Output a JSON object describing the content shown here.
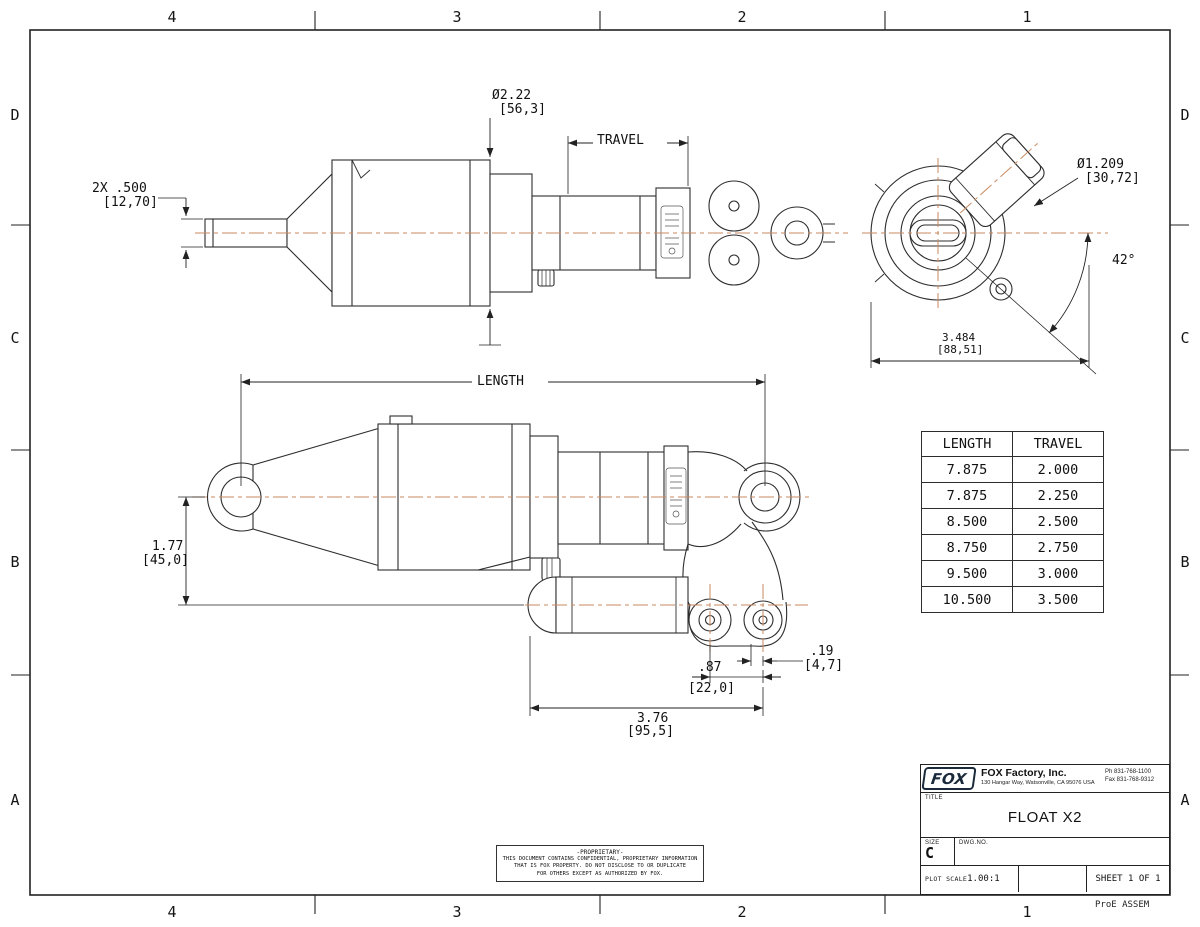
{
  "frame": {
    "top": [
      "4",
      "3",
      "2",
      "1"
    ],
    "bottom": [
      "4",
      "3",
      "2",
      "1"
    ],
    "left": [
      "D",
      "C",
      "B",
      "A"
    ],
    "right": [
      "D",
      "C",
      "B",
      "A"
    ]
  },
  "dims": {
    "body_dia_in": "Ø2.22",
    "body_dia_mm": "[56,3]",
    "travel": "TRAVEL",
    "shaft_dia_in": "2X .500",
    "shaft_dia_mm": "[12,70]",
    "eyelet_dia_in": "Ø1.209",
    "eyelet_dia_mm": "[30,72]",
    "res_angle": "42°",
    "end_width_in": "3.484",
    "end_width_mm": "[88,51]",
    "length": "LENGTH",
    "eye_offset_in": "1.77",
    "eye_offset_mm": "[45,0]",
    "port_offset_in": ".19",
    "port_offset_mm": "[4,7]",
    "port_spacing_in": ".87",
    "port_spacing_mm": "[22,0]",
    "res_length_in": "3.76",
    "res_length_mm": "[95,5]"
  },
  "size_table": {
    "headers": [
      "LENGTH",
      "TRAVEL"
    ],
    "rows": [
      [
        "7.875",
        "2.000"
      ],
      [
        "7.875",
        "2.250"
      ],
      [
        "8.500",
        "2.500"
      ],
      [
        "8.750",
        "2.750"
      ],
      [
        "9.500",
        "3.000"
      ],
      [
        "10.500",
        "3.500"
      ]
    ]
  },
  "title_block": {
    "logo_text": "FOX",
    "company": "FOX Factory, Inc.",
    "address": "130 Hangar Way, Watsonville, CA 95076 USA",
    "phone": "Ph 831-768-1100",
    "fax": "Fax 831-768-9312",
    "title_label": "TITLE",
    "title": "FLOAT X2",
    "size_label": "SIZE",
    "size_value": "C",
    "dwg_no_label": "DWG.NO.",
    "plot_scale_label": "PLOT SCALE",
    "plot_scale_value": "1.00:1",
    "sheet_label": "SHEET 1 OF 1",
    "footer_note": "ProE ASSEM"
  },
  "proprietary": {
    "heading": "-PROPRIETARY-",
    "line1": "THIS DOCUMENT CONTAINS CONFIDENTIAL, PROPRIETARY INFORMATION",
    "line2": "THAT IS FOX PROPERTY.  DO NOT DISCLOSE TO OR DUPLICATE",
    "line3": "FOR OTHERS EXCEPT AS AUTHORIZED BY FOX."
  },
  "colors": {
    "line": "#2d2d2d",
    "centerline": "#c98a5e"
  }
}
